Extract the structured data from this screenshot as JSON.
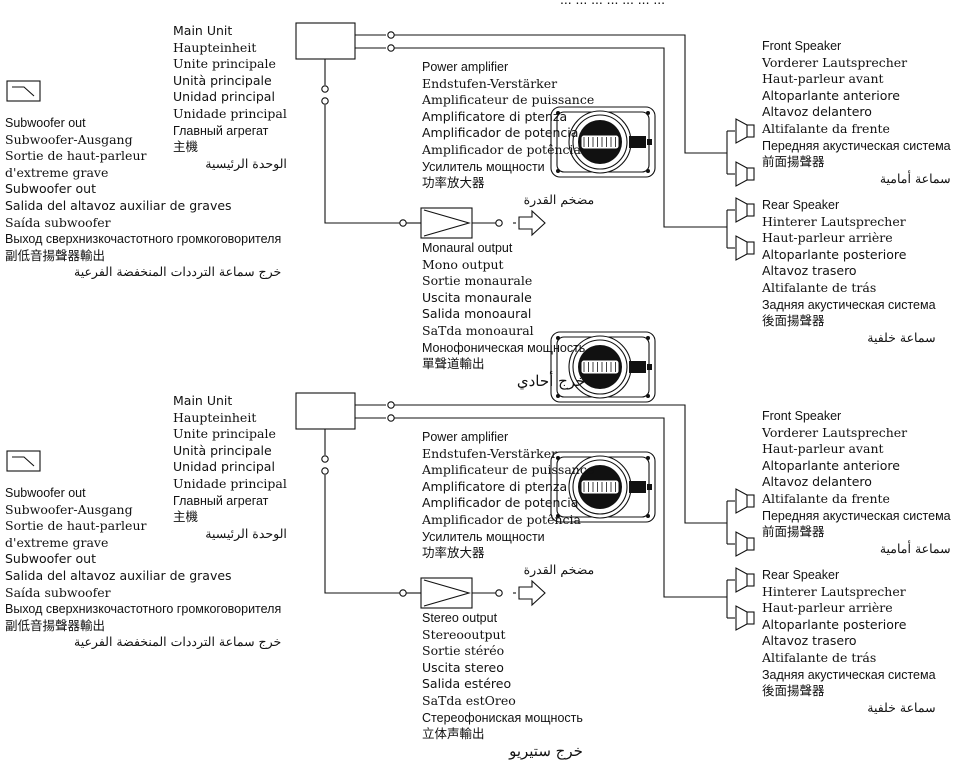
{
  "header_fragment": "... ... ... ... ... ... ...",
  "diagrams": [
    {
      "id": "mono",
      "main_unit": [
        "Main Unit",
        "Haupteinheit",
        "Unite principale",
        "Unità principale",
        "Unidad principal",
        "Unidade principal",
        "Главный агрегат",
        "主機",
        "الوحدة الرئيسية"
      ],
      "subwoofer_out": [
        "Subwoofer out",
        "Subwoofer-Ausgang",
        "Sortie de haut-parleur",
        "d'extreme grave",
        "Subwoofer out",
        "Salida del altavoz auxiliar de graves",
        "Saída subwoofer",
        "Выход сверхнизкочастотного громкоговорителя",
        "副低音揚聲器輸出",
        "خرج سماعة الترددات المنخفضة الفرعية"
      ],
      "power_amplifier": [
        "Power amplifier",
        "Endstufen-Verstärker",
        "Amplificateur de puissance",
        "Amplificatore di ptenza",
        "Amplificador de potencia",
        "Amplificador de potência",
        "Усилитель мощности",
        "功率放大器",
        "مضخم القدرة"
      ],
      "output": [
        "Monaural output",
        "Mono output",
        "Sortie monaurale",
        "Uscita monaurale",
        "Salida monoaural",
        "SaTda monoaural",
        "Монофоническая мощность",
        "單聲道輸出",
        "خرج أحادي"
      ],
      "front_speaker": [
        "Front Speaker",
        "Vorderer Lautsprecher",
        "Haut-parleur avant",
        "Altoparlante anteriore",
        "Altavoz delantero",
        "Altifalante da frente",
        "Передняя акустическая система",
        "前面揚聲器",
        "سماعة أمامية"
      ],
      "rear_speaker": [
        "Rear Speaker",
        "Hinterer Lautsprecher",
        "Haut-parleur arrière",
        "Altoparlante posteriore",
        "Altavoz trasero",
        "Altifalante de trás",
        "Задняя акустическая система",
        "後面揚聲器",
        "سماعة خلفية"
      ]
    },
    {
      "id": "stereo",
      "main_unit": [
        "Main Unit",
        "Haupteinheit",
        "Unite principale",
        "Unità principale",
        "Unidad principal",
        "Unidade principal",
        "Главный агрегат",
        "主機",
        "الوحدة الرئيسية"
      ],
      "subwoofer_out": [
        "Subwoofer out",
        "Subwoofer-Ausgang",
        "Sortie de haut-parleur",
        "d'extreme grave",
        "Subwoofer out",
        "Salida del altavoz auxiliar de graves",
        "Saída subwoofer",
        "Выход сверхнизкочастотного громкоговорителя",
        "副低音揚聲器輸出",
        "خرج سماعة الترددات المنخفضة الفرعية"
      ],
      "power_amplifier": [
        "Power amplifier",
        "Endstufen-Verstärker",
        "Amplificateur de puissance",
        "Amplificatore di ptenza",
        "Amplificador de potencia",
        "Amplificador de potência",
        "Усилитель мощности",
        "功率放大器",
        "مضخم القدرة"
      ],
      "output": [
        "Stereo output",
        "Stereooutput",
        "Sortie stéréo",
        "Uscita stereo",
        "Salida estéreo",
        "SaTda estOreo",
        "Стереофониская мощность",
        "立体声輸出",
        "خرج ستيريو"
      ],
      "front_speaker": [
        "Front Speaker",
        "Vorderer Lautsprecher",
        "Haut-parleur avant",
        "Altoparlante anteriore",
        "Altavoz delantero",
        "Altifalante da frente",
        "Передняя акустическая система",
        "前面揚聲器",
        "سماعة أمامية"
      ],
      "rear_speaker": [
        "Rear Speaker",
        "Hinterer Lautsprecher",
        "Haut-parleur arrière",
        "Altoparlante posteriore",
        "Altavoz trasero",
        "Altifalante de trás",
        "Задняя акустическая система",
        "後面揚聲器",
        "سماعة خلفية"
      ]
    }
  ]
}
